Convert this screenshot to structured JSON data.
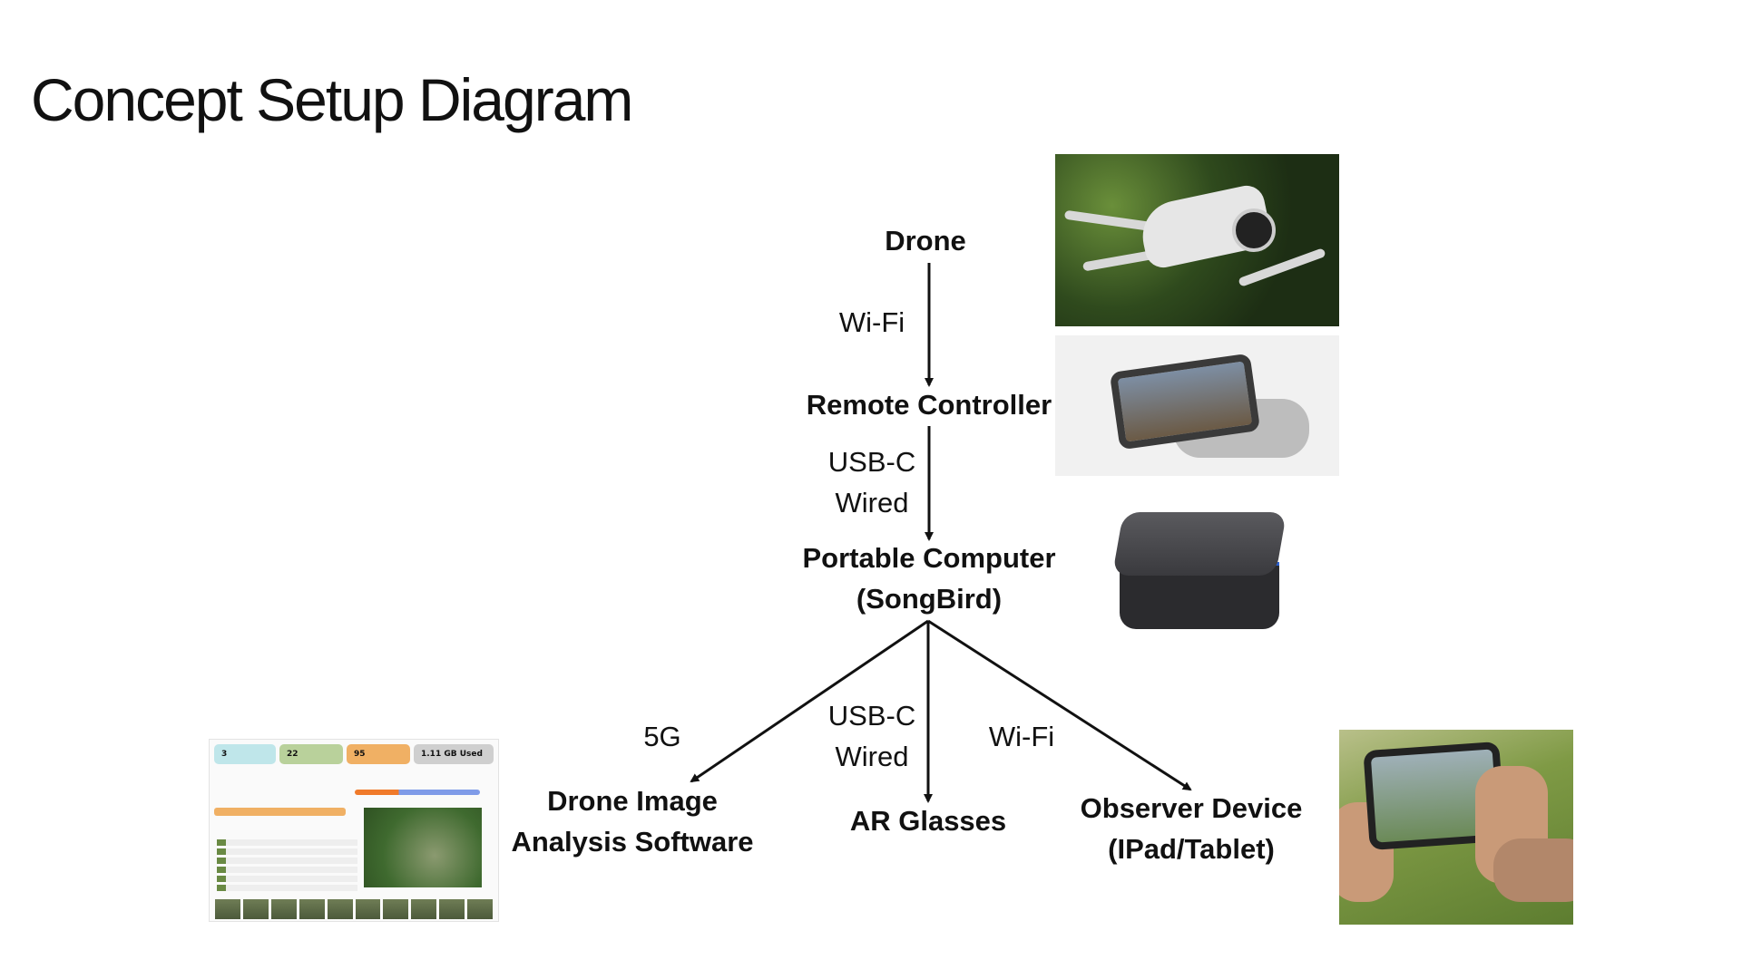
{
  "title": "Concept Setup Diagram",
  "nodes": {
    "drone": "Drone",
    "remote_controller": "Remote Controller",
    "portable_computer_line1": "Portable Computer",
    "portable_computer_line2": "(SongBird)",
    "analysis_line1": "Drone Image",
    "analysis_line2": "Analysis Software",
    "ar_glasses": "AR Glasses",
    "observer_line1": "Observer Device",
    "observer_line2": "(IPad/Tablet)"
  },
  "links": {
    "drone_to_rc": "Wi-Fi",
    "rc_to_pc_line1": "USB-C",
    "rc_to_pc_line2": "Wired",
    "pc_to_analysis": "5G",
    "pc_to_ar_line1": "USB-C",
    "pc_to_ar_line2": "Wired",
    "pc_to_observer": "Wi-Fi"
  },
  "software_screenshot": {
    "cards": [
      {
        "value": "3",
        "color": "#bfe6ea"
      },
      {
        "value": "22",
        "color": "#b9d19b"
      },
      {
        "value": "95",
        "color": "#f0b064"
      },
      {
        "value": "1.11 GB Used",
        "color": "#cfcfcf"
      }
    ]
  }
}
